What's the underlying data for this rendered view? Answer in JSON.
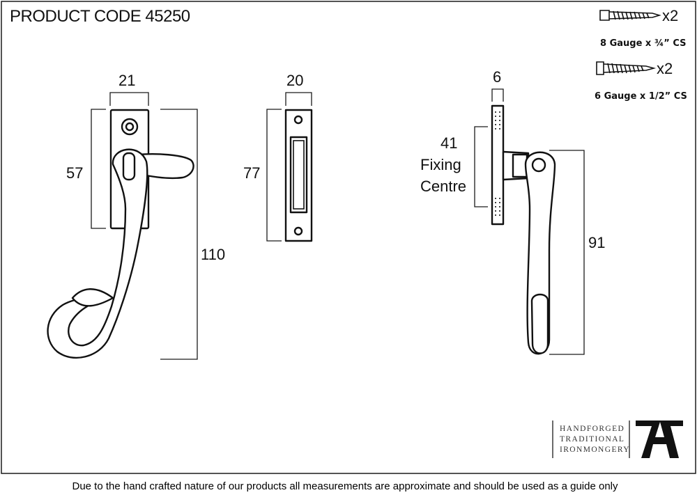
{
  "header": {
    "product_code": "PRODUCT CODE 45250"
  },
  "fixings": [
    {
      "count": "x2",
      "label": "8 Gauge x ¾” CS"
    },
    {
      "count": "x2",
      "label": "6 Gauge x 1/2” CS"
    }
  ],
  "dimensions": {
    "handle_width": "21",
    "handle_backplate_height": "57",
    "handle_overall_length": "110",
    "keep_width": "20",
    "keep_height": "77",
    "side_projection": "6",
    "fixing_centre_value": "41",
    "fixing_centre_line1": "Fixing",
    "fixing_centre_line2": "Centre",
    "side_arm_length": "91"
  },
  "brand": {
    "line1": "HANDFORGED",
    "line2": "TRADITIONAL",
    "line3": "IRONMONGERY",
    "mark_icon": "anvil-a-icon"
  },
  "footer": {
    "disclaimer": "Due to the hand crafted nature of our products all measurements are approximate and should be used as a guide only"
  }
}
